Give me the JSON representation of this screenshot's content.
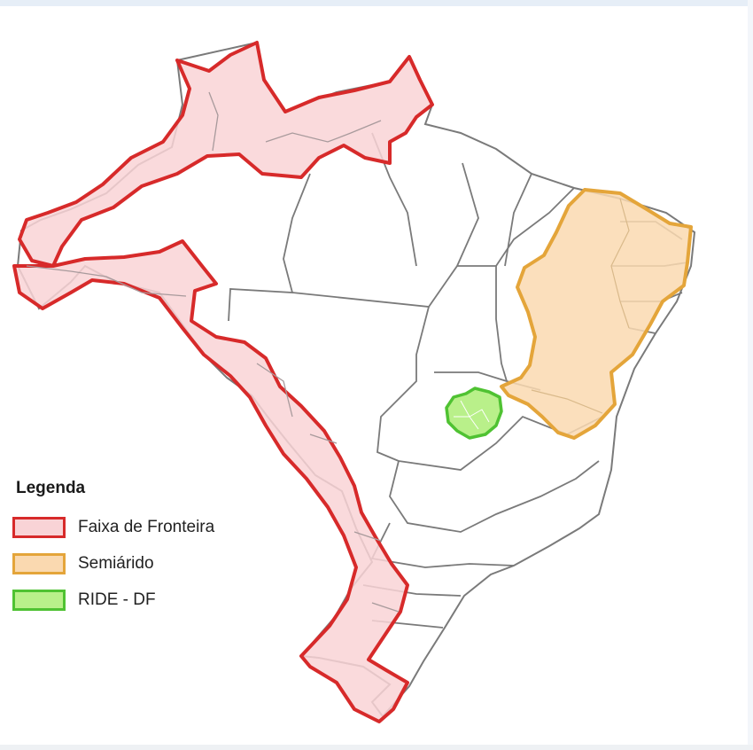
{
  "legend": {
    "title": "Legenda",
    "items": [
      {
        "label": "Faixa de Fronteira",
        "fill": "#f9d3d6",
        "stroke": "#d72a2a"
      },
      {
        "label": "Semiárido",
        "fill": "#fad9b0",
        "stroke": "#e4a53a"
      },
      {
        "label": "RIDE - DF",
        "fill": "#b9f08a",
        "stroke": "#4fc232"
      }
    ]
  },
  "map": {
    "border_color": "#7a7a7a",
    "background": "#ffffff"
  }
}
